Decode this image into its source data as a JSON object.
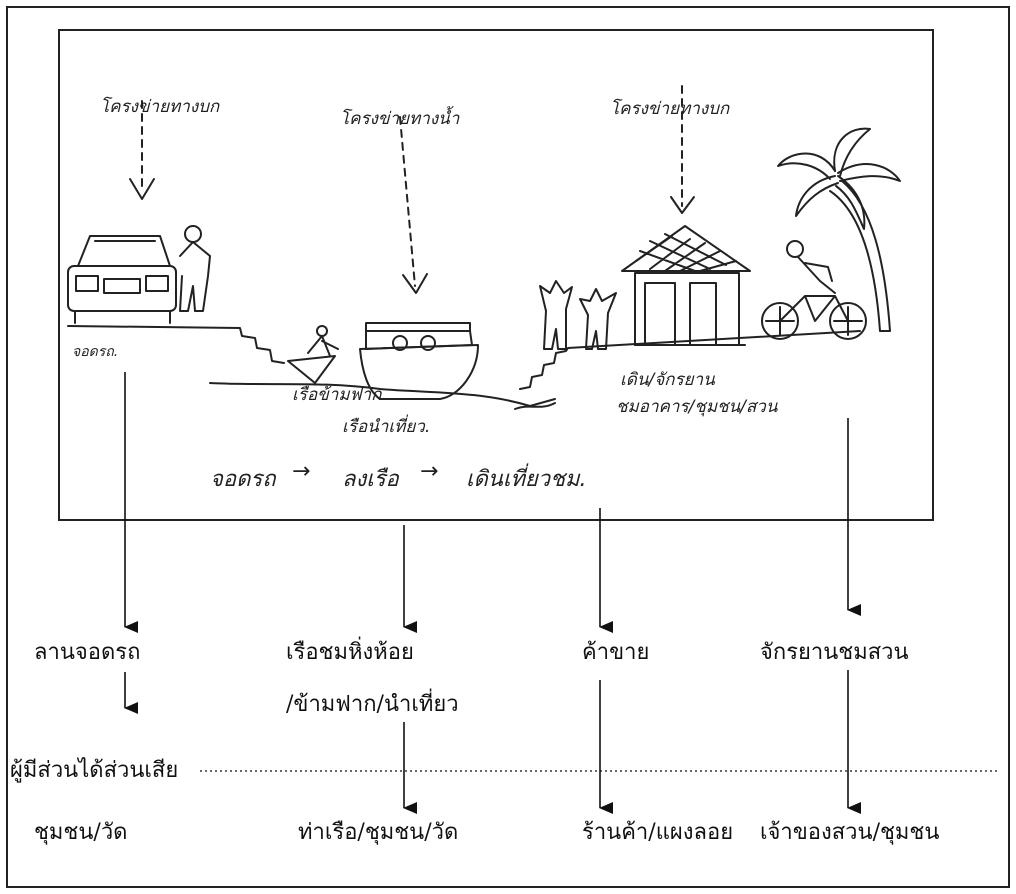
{
  "sketch": {
    "land_network_left": "โครงข่ายทางบก",
    "water_network": "โครงข่ายทางน้ำ",
    "land_network_right": "โครงข่ายทางบก",
    "parking": "จอดรถ.",
    "ferry_boat": "เรือข้ามฟาก",
    "tour_boat": "เรือนำเที่ยว.",
    "walk_bike": "เดิน/จักรยาน",
    "view_sights": "ชมอาคาร/ชุมชน/สวน",
    "flow": {
      "step1": "จอดรถ",
      "step2": "ลงเรือ",
      "step3": "เดินเที่ยวชม.",
      "arrow": "→"
    }
  },
  "activities": {
    "col1": "ลานจอดรถ",
    "col2_line1": "เรือชมหิ่งห้อย",
    "col2_line2": "/ข้ามฟาก/นำเที่ยว",
    "col3": "ค้าขาย",
    "col4": "จักรยานชมสวน"
  },
  "stakeholder_label": "ผู้มีส่วนได้ส่วนเสีย",
  "stakeholders": {
    "col1": "ชุมชน/วัด",
    "col2": "ท่าเรือ/ชุมชน/วัด",
    "col3": "ร้านค้า/แผงลอย",
    "col4": "เจ้าของสวน/ชุมชน"
  }
}
